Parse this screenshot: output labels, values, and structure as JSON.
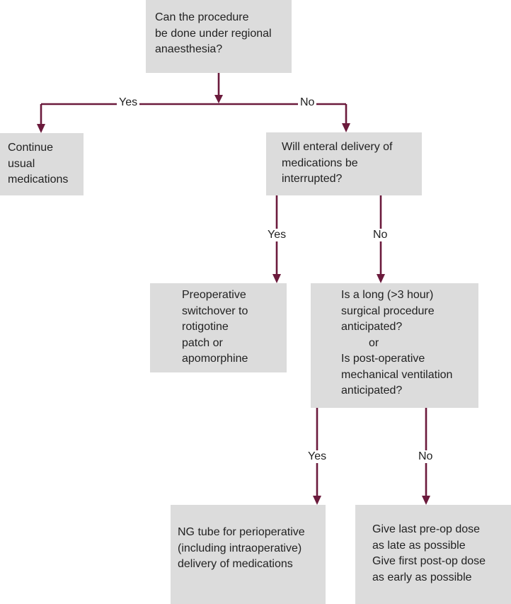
{
  "colors": {
    "box_fill": "#dcdcdc",
    "arrow": "#6b1a3c",
    "text": "#222222"
  },
  "boxes": {
    "q1": {
      "lines": [
        "Can the procedure",
        "be done under regional",
        "anaesthesia?"
      ]
    },
    "continue": {
      "lines": [
        "Continue",
        "usual",
        "medications"
      ]
    },
    "q2": {
      "lines": [
        "Will enteral delivery of",
        "medications be",
        "interrupted?"
      ]
    },
    "switchover": {
      "lines": [
        "Preoperative",
        "switchover to",
        "rotigotine",
        "patch or",
        "apomorphine"
      ]
    },
    "q3": {
      "lines": [
        "Is a long (>3 hour)",
        "surgical procedure",
        "anticipated?",
        "or",
        "Is post-operative",
        "mechanical ventilation",
        "anticipated?"
      ]
    },
    "ng_tube": {
      "lines": [
        "NG tube for perioperative",
        "(including intraoperative)",
        "delivery of medications"
      ]
    },
    "timing": {
      "lines": [
        "Give last pre-op dose",
        "as late as possible",
        "Give first post-op dose",
        "as early as possible"
      ]
    }
  },
  "labels": {
    "q1_yes": "Yes",
    "q1_no": "No",
    "q2_yes": "Yes",
    "q2_no": "No",
    "q3_yes": "Yes",
    "q3_no": "No"
  }
}
